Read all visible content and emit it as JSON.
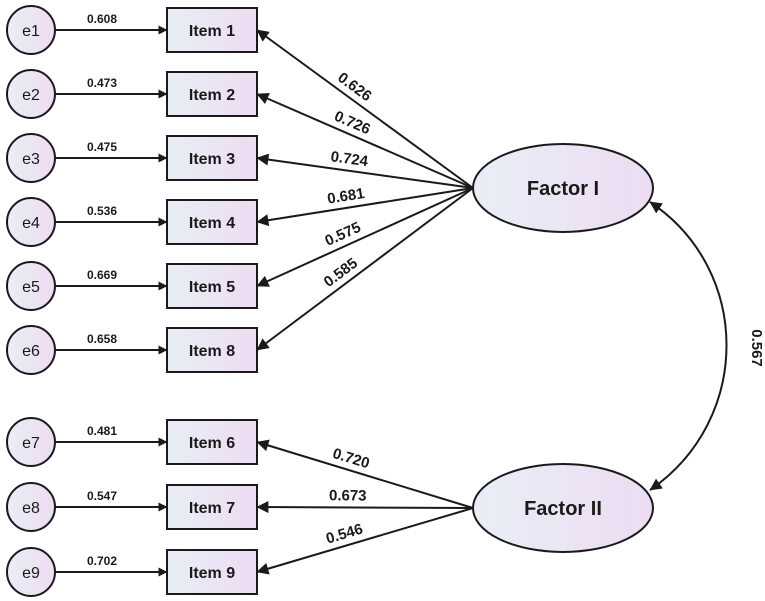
{
  "errors": [
    {
      "id": "e1",
      "label": "e1",
      "weight": "0.608",
      "target": "item1"
    },
    {
      "id": "e2",
      "label": "e2",
      "weight": "0.473",
      "target": "item2"
    },
    {
      "id": "e3",
      "label": "e3",
      "weight": "0.475",
      "target": "item3"
    },
    {
      "id": "e4",
      "label": "e4",
      "weight": "0.536",
      "target": "item4"
    },
    {
      "id": "e5",
      "label": "e5",
      "weight": "0.669",
      "target": "item5"
    },
    {
      "id": "e6",
      "label": "e6",
      "weight": "0.658",
      "target": "item8"
    },
    {
      "id": "e7",
      "label": "e7",
      "weight": "0.481",
      "target": "item6"
    },
    {
      "id": "e8",
      "label": "e8",
      "weight": "0.547",
      "target": "item7"
    },
    {
      "id": "e9",
      "label": "e9",
      "weight": "0.702",
      "target": "item9"
    }
  ],
  "items": [
    {
      "id": "item1",
      "label": "Item 1"
    },
    {
      "id": "item2",
      "label": "Item 2"
    },
    {
      "id": "item3",
      "label": "Item 3"
    },
    {
      "id": "item4",
      "label": "Item 4"
    },
    {
      "id": "item5",
      "label": "Item 5"
    },
    {
      "id": "item8",
      "label": "Item 8"
    },
    {
      "id": "item6",
      "label": "Item 6"
    },
    {
      "id": "item7",
      "label": "Item 7"
    },
    {
      "id": "item9",
      "label": "Item 9"
    }
  ],
  "factors": [
    {
      "id": "f1",
      "label": "Factor I"
    },
    {
      "id": "f2",
      "label": "Factor II"
    }
  ],
  "loadings": [
    {
      "factor": "f1",
      "item": "item1",
      "value": "0.626"
    },
    {
      "factor": "f1",
      "item": "item2",
      "value": "0.726"
    },
    {
      "factor": "f1",
      "item": "item3",
      "value": "0.724"
    },
    {
      "factor": "f1",
      "item": "item4",
      "value": "0.681"
    },
    {
      "factor": "f1",
      "item": "item5",
      "value": "0.575"
    },
    {
      "factor": "f1",
      "item": "item8",
      "value": "0.585"
    },
    {
      "factor": "f2",
      "item": "item6",
      "value": "0.720"
    },
    {
      "factor": "f2",
      "item": "item7",
      "value": "0.673"
    },
    {
      "factor": "f2",
      "item": "item9",
      "value": "0.546"
    }
  ],
  "correlation": {
    "from": "f1",
    "to": "f2",
    "value": "0.567"
  },
  "colors": {
    "node_fill_light": "#e9eef6",
    "node_fill_pink": "#eddcf2",
    "stroke": "#1a1a1a"
  }
}
